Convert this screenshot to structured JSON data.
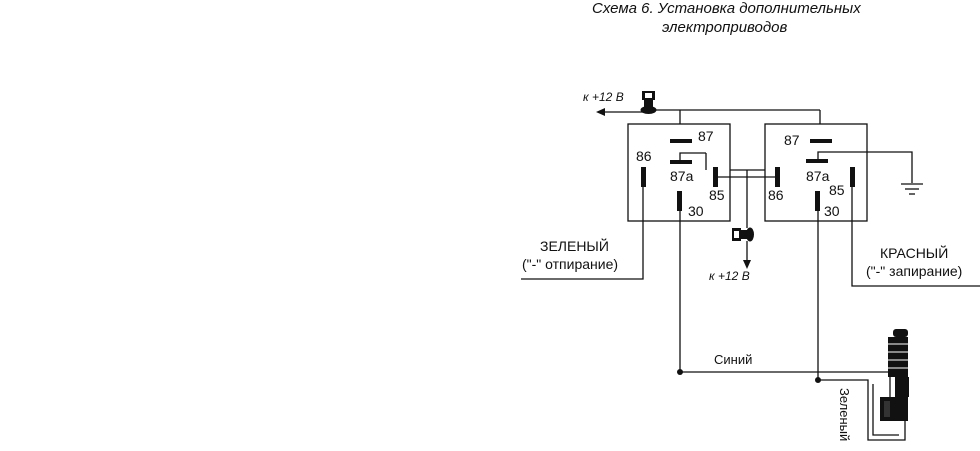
{
  "title": {
    "line1": "Схема 6. Установка дополнительных",
    "line2": "электроприводов"
  },
  "supply": {
    "top": "к +12 В",
    "bottom": "к +12 В"
  },
  "relay_left": {
    "pin87": "87",
    "pin87a": "87a",
    "pin86": "86",
    "pin85": "85",
    "pin30": "30"
  },
  "relay_right": {
    "pin87": "87",
    "pin87a": "87a",
    "pin86": "86",
    "pin85": "85",
    "pin30": "30"
  },
  "inputs": {
    "green_name": "ЗЕЛЕНЫЙ",
    "green_desc": "(\"-\" отпирание)",
    "red_name": "КРАСНЫЙ",
    "red_desc": "(\"-\" запирание)"
  },
  "wires": {
    "blue": "Синий",
    "green": "Зеленый"
  },
  "icons": [
    "fuse-icon",
    "ground-icon",
    "actuator-icon",
    "arrow-icon"
  ]
}
